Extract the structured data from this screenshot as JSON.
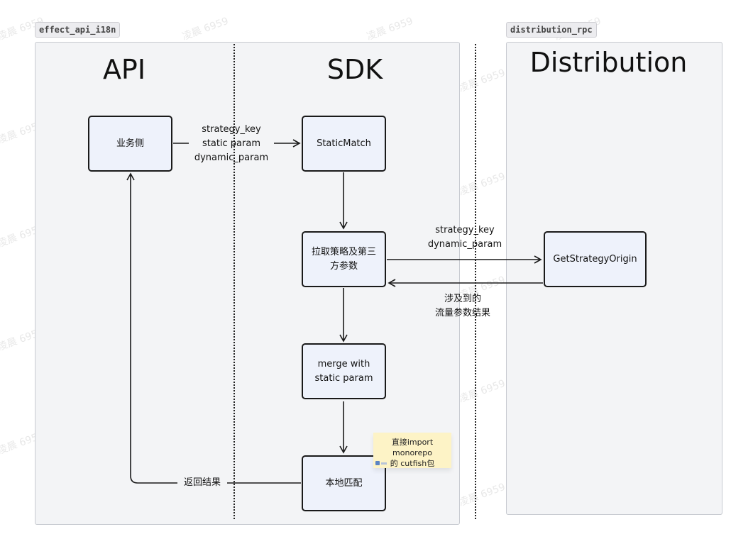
{
  "tags": {
    "left": "effect_api_i18n",
    "right": "distribution_rpc"
  },
  "lanes": {
    "api": "API",
    "sdk": "SDK",
    "distribution": "Distribution"
  },
  "nodes": {
    "business": "业务侧",
    "static_match": "StaticMatch",
    "fetch_strategy_line1": "拉取策略及第三",
    "fetch_strategy_line2": "方参数",
    "merge_line1": "merge with",
    "merge_line2": "static param",
    "local_match": "本地匹配",
    "get_strategy_origin": "GetStrategyOrigin"
  },
  "edge_labels": {
    "request_line1": "strategy_key",
    "request_line2": "static param",
    "request_line3": "dynamic_param",
    "rpc_line1": "strategy_key",
    "rpc_line2": "dynamic_param",
    "rpc_resp_line1": "涉及到的",
    "rpc_resp_line2": "流量参数结果",
    "return_result": "返回结果"
  },
  "sticky_note": {
    "line1": "直接import monorepo",
    "line2": "的 cutfish包"
  },
  "watermark": "凌晨 6959",
  "colors": {
    "panel_bg": "#f3f4f6",
    "node_bg": "#eef2fb",
    "note_bg": "#fdf3c6",
    "stroke": "#1a1a1a"
  }
}
